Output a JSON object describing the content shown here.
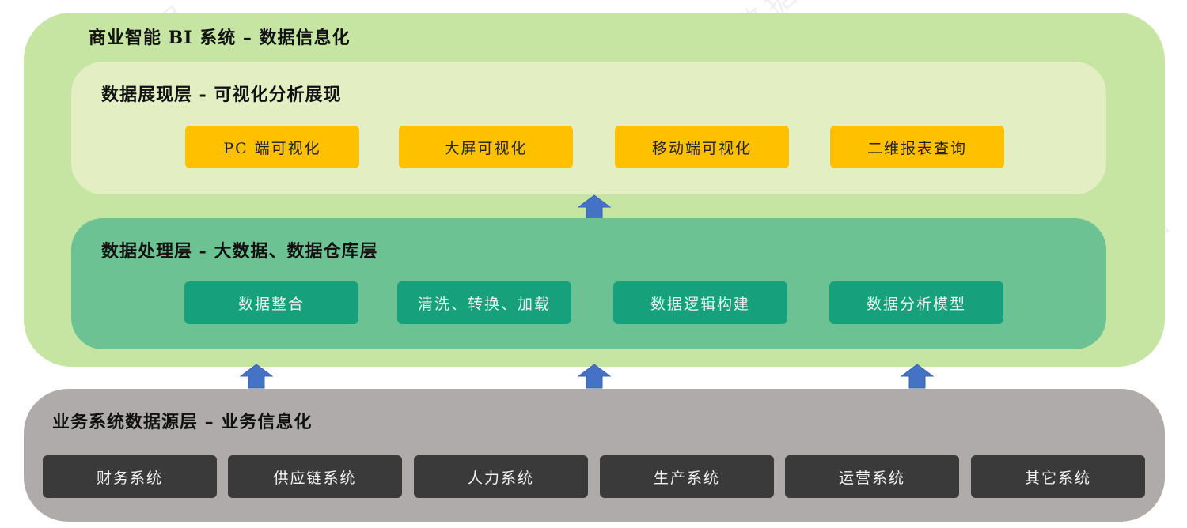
{
  "bi_system": {
    "title": "商业智能 BI 系统 – 数据信息化"
  },
  "presentation_layer": {
    "title": "数据展现层 - 可视化分析展现",
    "items": [
      "PC 端可视化",
      "大屏可视化",
      "移动端可视化",
      "二维报表查询"
    ],
    "color": "#ffc000"
  },
  "processing_layer": {
    "title": "数据处理层 - 大数据、数据仓库层",
    "items": [
      "数据整合",
      "清洗、转换、加载",
      "数据逻辑构建",
      "数据分析模型"
    ],
    "color": "#17a07c"
  },
  "source_layer": {
    "title": "业务系统数据源层 – 业务信息化",
    "items": [
      "财务系统",
      "供应链系统",
      "人力系统",
      "生产系统",
      "运营系统",
      "其它系统"
    ],
    "color": "#3a3a3a"
  },
  "arrow_color": "#4472c4",
  "watermark": "派可数据"
}
